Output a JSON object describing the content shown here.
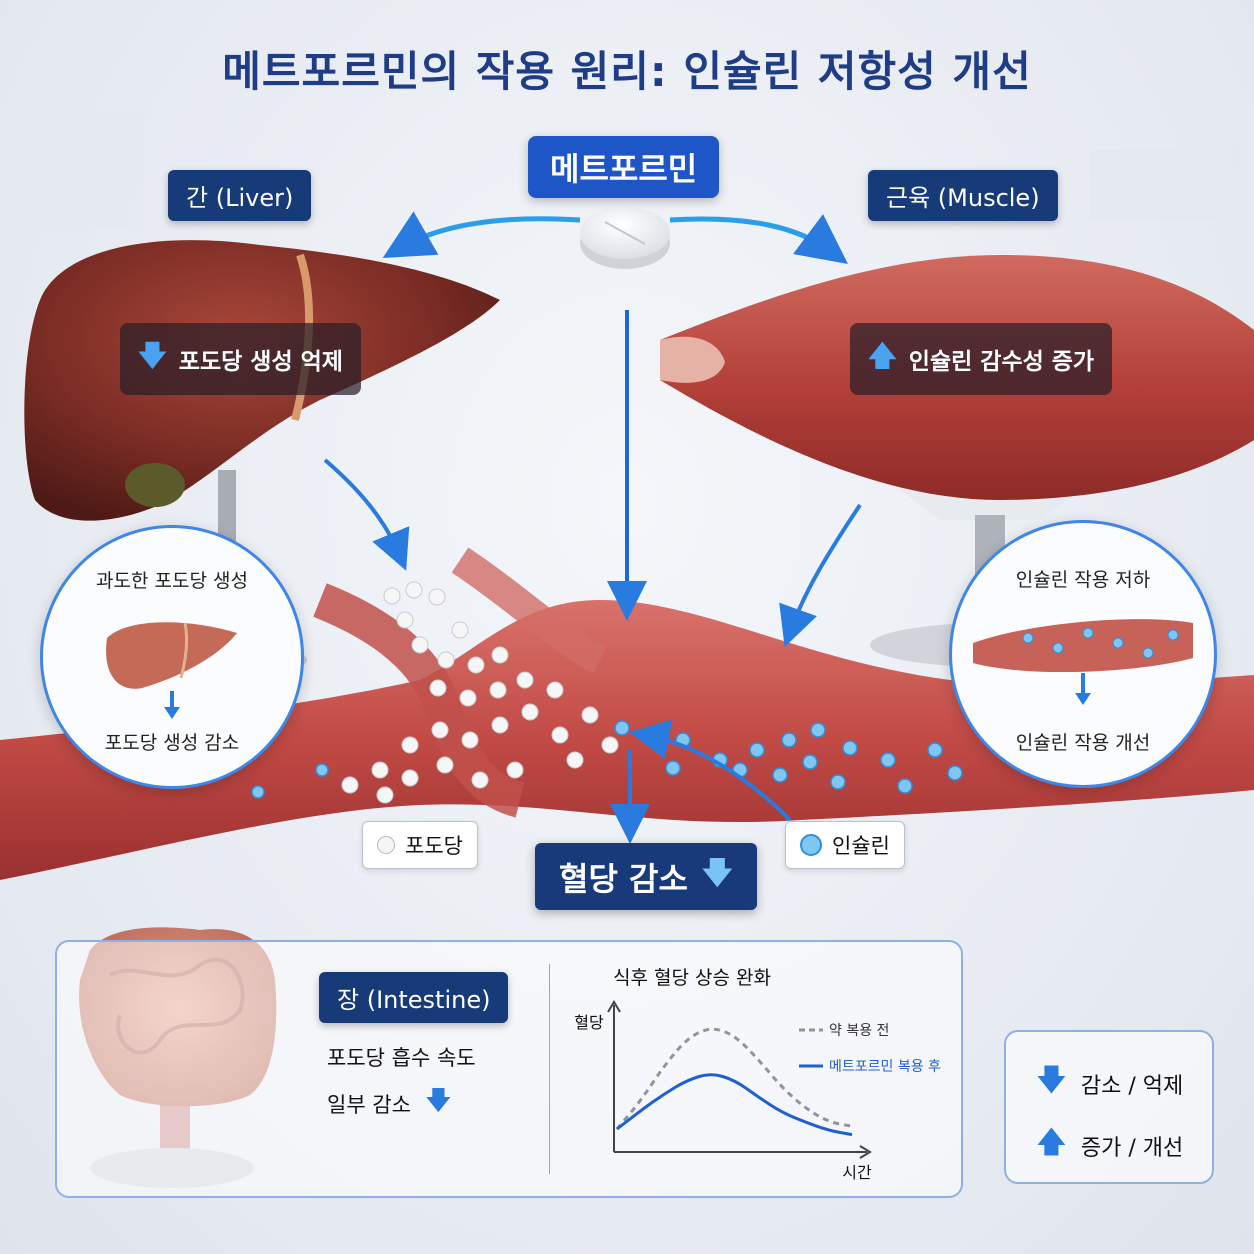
{
  "title": "메트포르민의 작용 원리: 인슐린 저항성 개선",
  "drug_label": "메트포르민",
  "liver": {
    "label": "간 (Liver)",
    "effect": "포도당 생성 억제",
    "circle_top": "과도한 포도당 생성",
    "circle_bottom": "포도당 생성 감소"
  },
  "muscle": {
    "label": "근육 (Muscle)",
    "effect": "인슐린 감수성 증가",
    "circle_top": "인슐린 작용 저하",
    "circle_bottom": "인슐린 작용 개선"
  },
  "blood": {
    "glucose_label": "포도당",
    "insulin_label": "인슐린",
    "result_label": "혈당 감소"
  },
  "intestine": {
    "label": "장 (Intestine)",
    "line1": "포도당 흡수 속도",
    "line2": "일부 감소"
  },
  "chart_data": {
    "type": "line",
    "title": "식후 혈당 상승 완화",
    "ylabel": "혈당",
    "xlabel": "시간",
    "series": [
      {
        "name": "약 복용 전",
        "style": "dashed",
        "color": "#8e959e",
        "points": [
          [
            0,
            0.15
          ],
          [
            0.1,
            0.35
          ],
          [
            0.2,
            0.6
          ],
          [
            0.3,
            0.8
          ],
          [
            0.4,
            0.88
          ],
          [
            0.5,
            0.82
          ],
          [
            0.6,
            0.65
          ],
          [
            0.7,
            0.45
          ],
          [
            0.8,
            0.3
          ],
          [
            0.9,
            0.2
          ],
          [
            1.0,
            0.17
          ]
        ]
      },
      {
        "name": "메트포르민 복용 후",
        "style": "solid",
        "color": "#1f5fd0",
        "points": [
          [
            0,
            0.15
          ],
          [
            0.1,
            0.28
          ],
          [
            0.2,
            0.4
          ],
          [
            0.3,
            0.5
          ],
          [
            0.4,
            0.55
          ],
          [
            0.5,
            0.5
          ],
          [
            0.6,
            0.38
          ],
          [
            0.7,
            0.27
          ],
          [
            0.8,
            0.2
          ],
          [
            0.9,
            0.14
          ],
          [
            1.0,
            0.11
          ]
        ]
      }
    ]
  },
  "legend": {
    "down": "감소 / 억제",
    "up": "증가 / 개선"
  },
  "colors": {
    "navy": "#173a78",
    "blue": "#1e56c8",
    "arrow_blue": "#2a7be0",
    "tissue": "#b94744"
  }
}
